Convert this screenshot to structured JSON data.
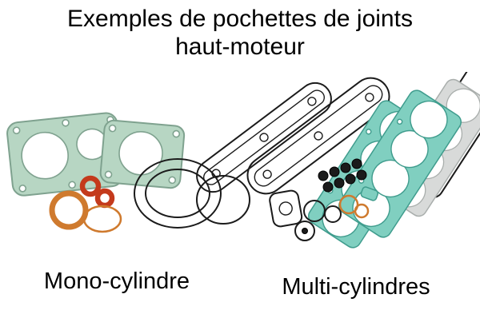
{
  "title": {
    "line1": "Exemples de pochettes de joints",
    "line2": "haut-moteur"
  },
  "captions": {
    "mono": "Mono-cylindre",
    "multi": "Multi-cylindres"
  },
  "colors": {
    "background": "#ffffff",
    "text": "#000000",
    "gasket_green": "#b7d6c3",
    "gasket_teal": "#80cfc0",
    "gasket_gray": "#d8dad9",
    "oring_red": "#c43a1c",
    "oring_orange": "#cf7a2e",
    "outline_black": "#1b1b1b"
  }
}
